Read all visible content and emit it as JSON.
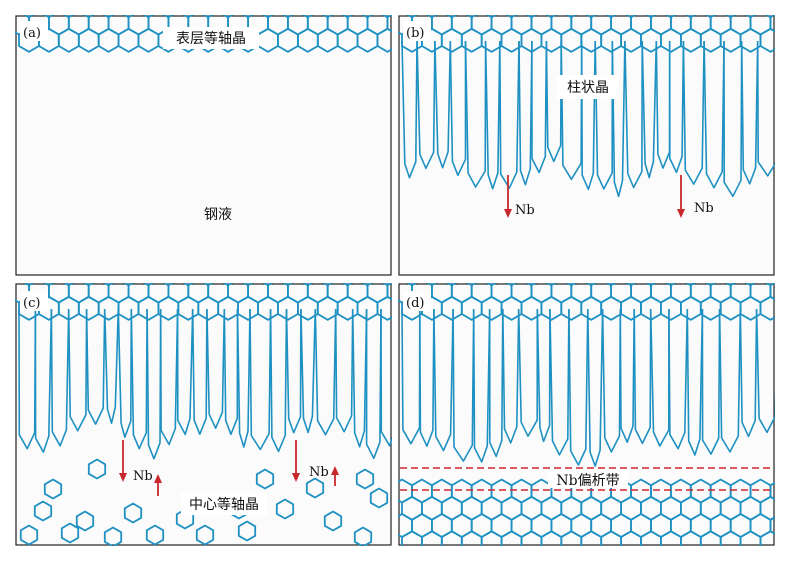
{
  "panels": {
    "a": {
      "tag": "(a)",
      "surface_label": "表层等轴晶",
      "liquid_label": "钢液"
    },
    "b": {
      "tag": "(b)",
      "columnar_label": "柱状晶",
      "nb_left": "Nb",
      "nb_right": "Nb"
    },
    "c": {
      "tag": "(c)",
      "center_label": "中心等轴晶",
      "nb_left": "Nb",
      "nb_right": "Nb"
    },
    "d": {
      "tag": "(d)",
      "band_label": "Nb偏析带"
    }
  },
  "colors": {
    "crystal": "#1e91c2",
    "arrow": "#c8282d",
    "frame": "#222222"
  }
}
